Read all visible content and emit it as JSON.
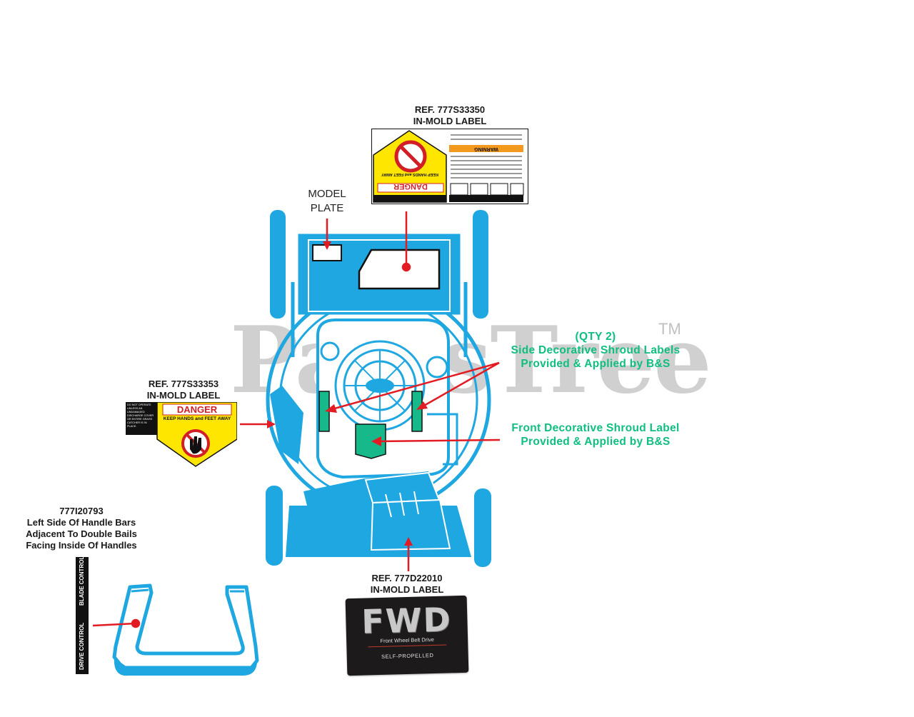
{
  "watermark": {
    "text": "PartsTree",
    "tm": "TM"
  },
  "labels": {
    "top_ref": {
      "line1": "REF. 777S33350",
      "line2": "IN-MOLD LABEL"
    },
    "model_plate": {
      "line1": "MODEL",
      "line2": "PLATE"
    },
    "left_ref": {
      "line1": "REF. 777S33353",
      "line2": "IN-MOLD LABEL"
    },
    "bottom_ref": {
      "line1": "REF. 777D22010",
      "line2": "IN-MOLD LABEL"
    },
    "handle_ref": {
      "line1": "777I20793",
      "line2": "Left Side Of Handle Bars",
      "line3": "Adjacent To Double Bails",
      "line4": "Facing Inside Of Handles"
    },
    "side_shroud": {
      "line1": "(QTY 2)",
      "line2": "Side Decorative Shroud Labels",
      "line3": "Provided & Applied by B&S"
    },
    "front_shroud": {
      "line1": "Front Decorative Shroud Label",
      "line2": "Provided & Applied by B&S"
    }
  },
  "danger_label_top": {
    "danger": "DANGER",
    "keep": "KEEP HANDS and FEET AWAY",
    "warning": "WARNING"
  },
  "danger_label_left": {
    "danger": "DANGER",
    "keep": "KEEP HANDS and FEET AWAY",
    "note": "DO NOT OPERATE UNLESS AN UNDAMAGED DISCHARGE COVER OR ENTIRE GRASS CATCHER IS IN PLACE."
  },
  "fwd_label": {
    "big": "FWD",
    "sub": "Front Wheel Belt Drive",
    "self": "SELF-PROPELLED"
  },
  "bail_label": {
    "top": "BLADE CONTROL",
    "bottom": "DRIVE CONTROL"
  },
  "colors": {
    "mower_blue": "#1ea7e1",
    "arrow_red": "#e31b23",
    "accent_green": "#0fbf7f",
    "danger_yellow": "#ffe600"
  }
}
